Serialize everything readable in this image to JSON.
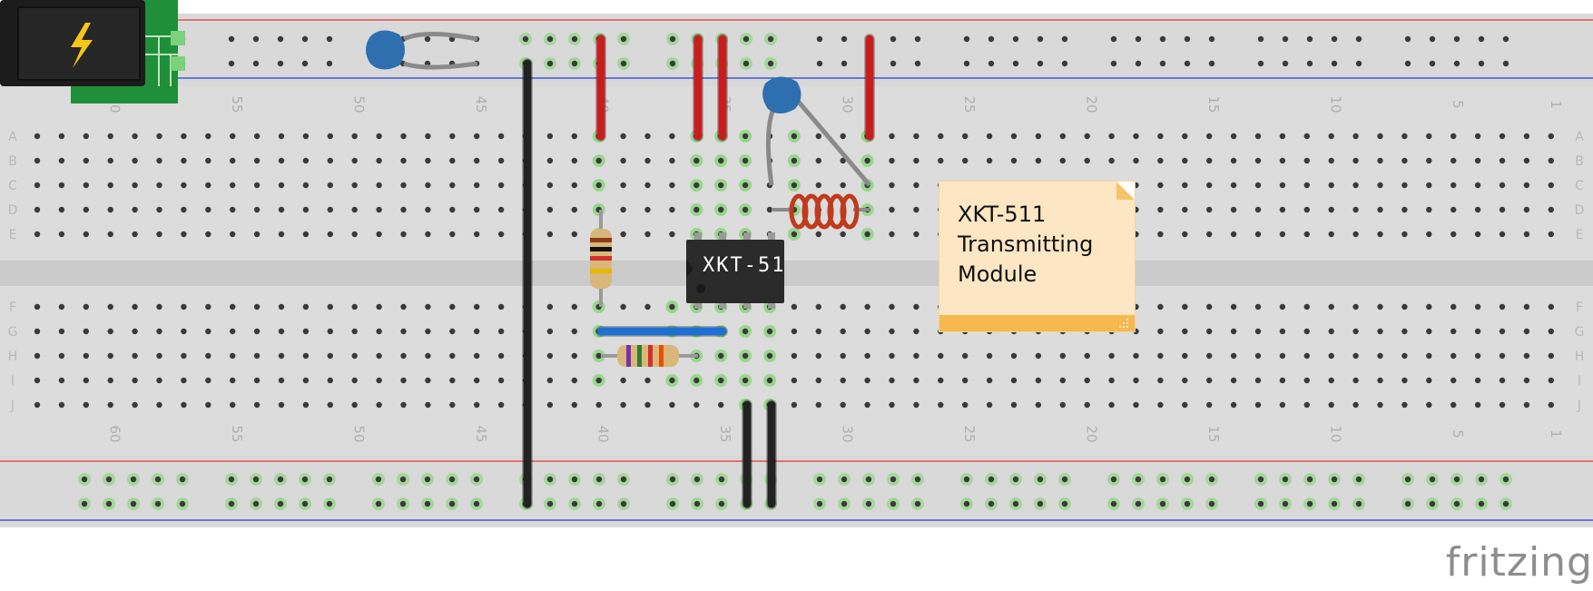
{
  "diagram": {
    "app_brand": "fritzing",
    "note_text": "XKT-511\nTransmitting\nModule",
    "chip_label": "XKT-51",
    "column_numbers": [
      "60",
      "55",
      "50",
      "45",
      "40",
      "35",
      "30",
      "25",
      "20",
      "15",
      "10",
      "5",
      "1"
    ],
    "row_letters_top": [
      "A",
      "B",
      "C",
      "D",
      "E"
    ],
    "row_letters_bottom": [
      "F",
      "G",
      "H",
      "I",
      "J"
    ],
    "colors": {
      "board": "#d9d9d9",
      "hole": "#3a3a3a",
      "active_hole": "#7bd36b",
      "rail_positive": "#e53935",
      "rail_negative": "#1e3fd6",
      "wire_red": "#c81d1d",
      "wire_black": "#222222",
      "wire_blue": "#1f6fd1",
      "capacitor": "#2e6fb0",
      "inductor": "#c03a1e",
      "chip": "#2a2a2a",
      "power_module": "#1f8f3a"
    }
  }
}
